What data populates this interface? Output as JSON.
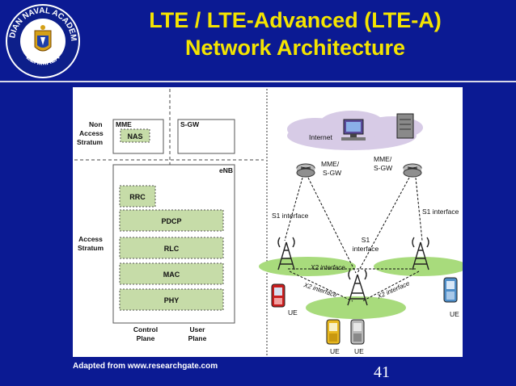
{
  "slide": {
    "title_line1": "LTE / LTE-Advanced (LTE-A)",
    "title_line2": "Network Architecture",
    "footer": "Adapted from  www.researchgate.com",
    "page_number": "41"
  },
  "logo": {
    "ring_text_top": "INDIAN NAVAL ACADEMY",
    "ring_text_bottom": "EZHIMALA"
  },
  "left_diagram": {
    "non_access_line1": "Non",
    "non_access_line2": "Access",
    "non_access_line3": "Stratum",
    "access_line1": "Access",
    "access_line2": "Stratum",
    "mme": "MME",
    "nas": "NAS",
    "sgw": "S-GW",
    "enb": "eNB",
    "layers": [
      "RRC",
      "PDCP",
      "RLC",
      "MAC",
      "PHY"
    ],
    "control_line1": "Control",
    "control_line2": "Plane",
    "user_line1": "User",
    "user_line2": "Plane"
  },
  "right_diagram": {
    "internet": "Internet",
    "mme_sgw_left_1": "MME/",
    "mme_sgw_left_2": "S-GW",
    "mme_sgw_right_1": "MME/",
    "mme_sgw_right_2": "S-GW",
    "s1_left": "S1 interface",
    "s1_right": "S1 interface",
    "s1_mid_1": "S1",
    "s1_mid_2": "interface",
    "x2_top": "X2 interface",
    "x2_left": "X2 interface",
    "x2_right": "X2 interface",
    "ue_left": "UE",
    "ue_right": "UE",
    "ue_b1": "UE",
    "ue_b2": "UE"
  },
  "colors": {
    "background": "#0b1a93",
    "title": "#f4e400",
    "layer_fill": "#c6dca8",
    "ellipse_fill": "#a8db7c"
  }
}
